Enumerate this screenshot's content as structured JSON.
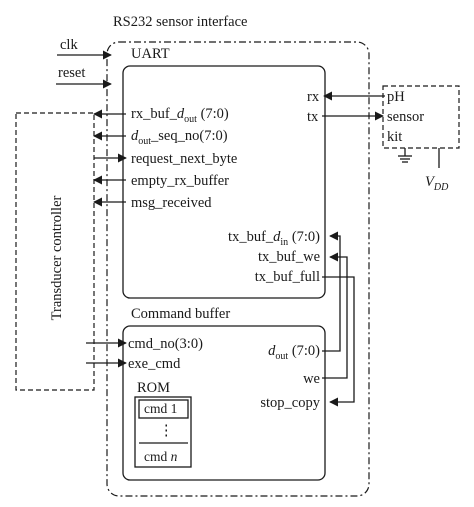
{
  "title": "RS232 sensor interface",
  "inputs": {
    "clk": "clk",
    "reset": "reset"
  },
  "uart": {
    "title": "UART",
    "left_signals": {
      "rx_buf_dout_pre": "rx_buf_",
      "rx_buf_dout_d": "d",
      "rx_buf_dout_sub": "out",
      "rx_buf_dout_post": " (7:0)",
      "dout_seq_no_d": "d",
      "dout_seq_no_sub": "out",
      "dout_seq_no_post": "_seq_no(7:0)",
      "request_next_byte": "request_next_byte",
      "empty_rx_buffer": "empty_rx_buffer",
      "msg_received": "msg_received"
    },
    "right_signals": {
      "rx": "rx",
      "tx": "tx",
      "tx_buf_din_pre": "tx_buf_",
      "tx_buf_din_d": "d",
      "tx_buf_din_sub": "in",
      "tx_buf_din_post": " (7:0)",
      "tx_buf_we": "tx_buf_we",
      "tx_buf_full": "tx_buf_full"
    }
  },
  "command_buffer": {
    "title": "Command buffer",
    "left_signals": {
      "cmd_no": "cmd_no(3:0)",
      "exe_cmd": "exe_cmd"
    },
    "right_signals": {
      "dout_d": "d",
      "dout_sub": "out",
      "dout_post": " (7:0)",
      "we": "we",
      "stop_copy": "stop_copy"
    },
    "rom": {
      "title": "ROM",
      "cmd_first": "cmd 1",
      "dots": "⋮",
      "cmd_last_pre": "cmd ",
      "cmd_last_n": "n"
    }
  },
  "sensor_kit": {
    "line1": "pH",
    "line2": "sensor",
    "line3": "kit"
  },
  "vdd": {
    "v": "V",
    "sub": "DD"
  },
  "transducer_controller": "Transducer controller"
}
